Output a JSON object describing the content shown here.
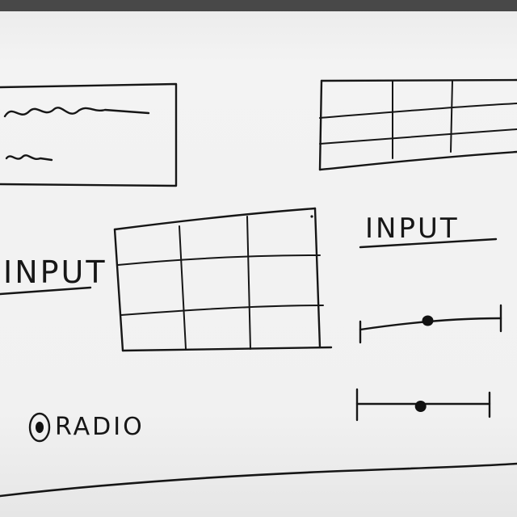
{
  "labels": {
    "input_left": "INPUT",
    "input_right": "INPUT",
    "radio": "RADIO"
  },
  "sliders": [
    {
      "value": 0.48
    },
    {
      "value": 0.48
    }
  ],
  "radio": {
    "selected": true
  }
}
